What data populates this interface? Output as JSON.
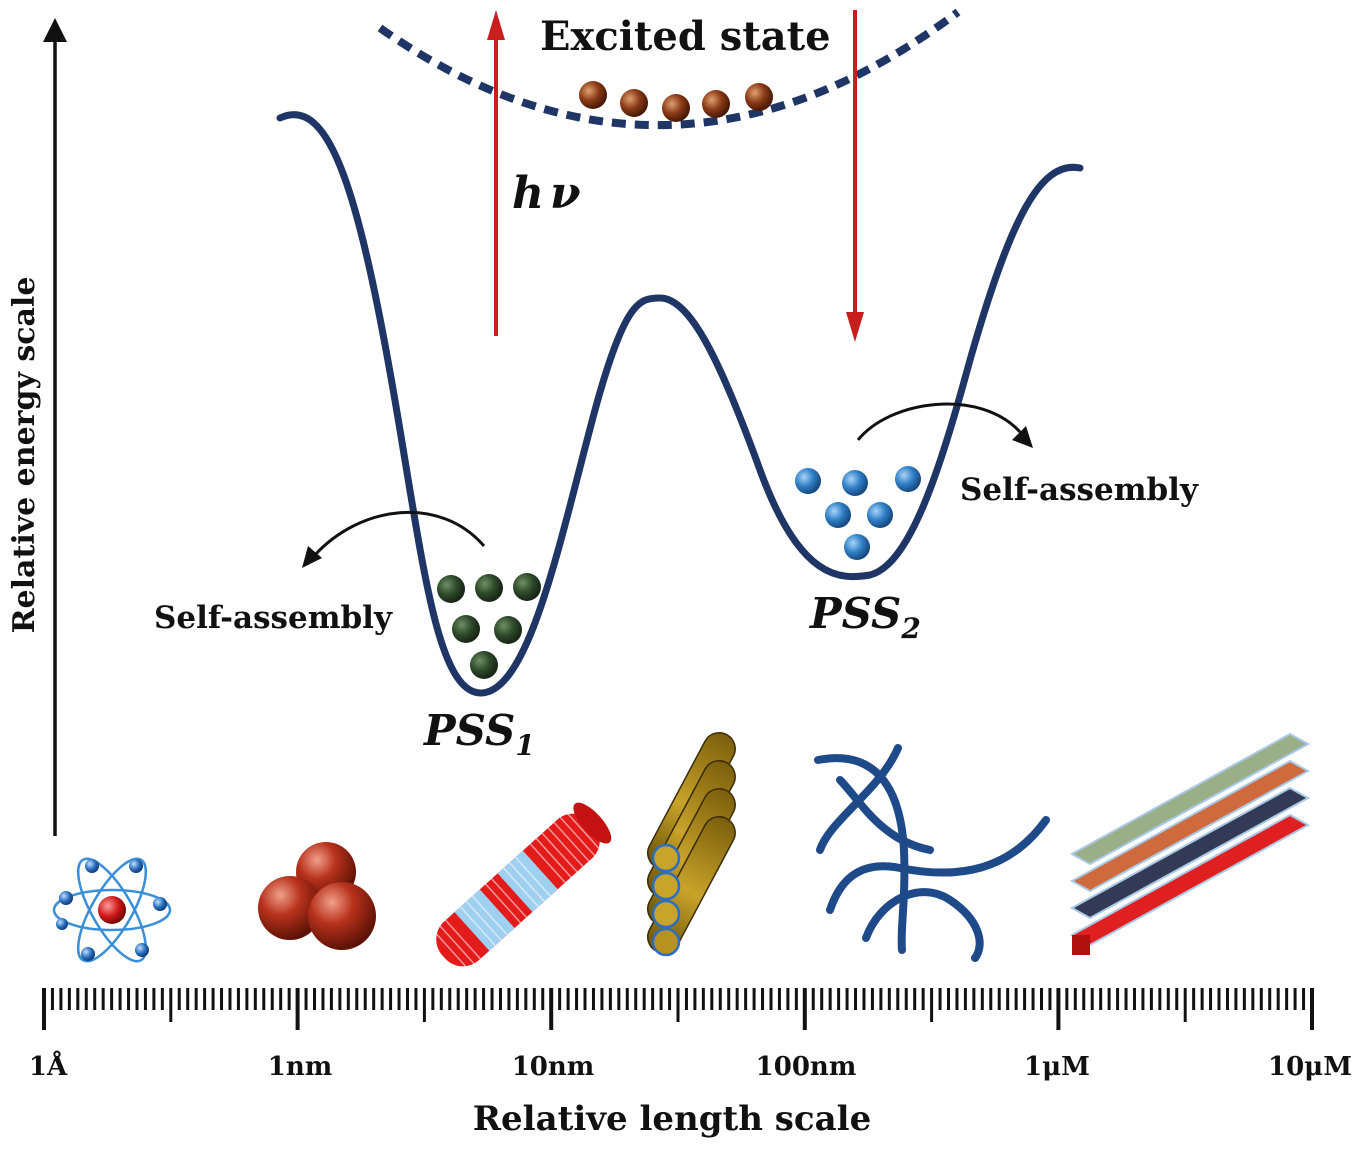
{
  "labels": {
    "excited_state": "Excited state",
    "hv_h": "h",
    "hv_nu": "ν",
    "self_assembly_left": "Self-assembly",
    "self_assembly_right": "Self-assembly",
    "pss1_main": "PSS",
    "pss1_sub": "1",
    "pss2_main": "PSS",
    "pss2_sub": "2",
    "y_axis": "Relative energy scale",
    "x_axis": "Relative length scale"
  },
  "scale_ticks": [
    "1Å",
    "1nm",
    "10nm",
    "100nm",
    "1μM",
    "10μM"
  ],
  "colors": {
    "curve": "#1f3566",
    "arrow_red": "#c81e1e",
    "excited_balls": "#8a3a16",
    "pss1_balls": "#2e4a2a",
    "pss2_balls": "#2f7fc6",
    "axis": "#111111"
  },
  "icons": [
    "atom-icon",
    "nanoparticle-cluster-icon",
    "striped-rod-icon",
    "stacked-tubes-icon",
    "fibers-network-icon",
    "layered-sheets-icon"
  ]
}
